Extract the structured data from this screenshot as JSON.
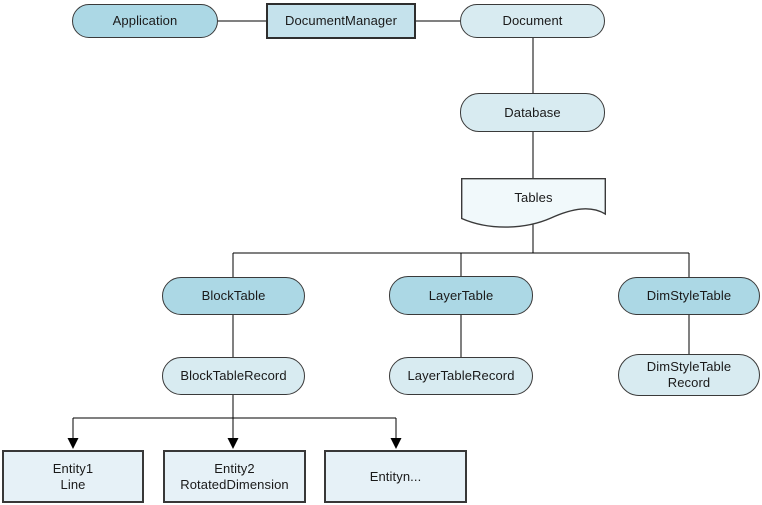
{
  "diagram": {
    "description": "Object hierarchy diagram: Application / Document / Database tables structure",
    "nodes": {
      "application": {
        "label": "Application",
        "shape": "stadium"
      },
      "document_manager": {
        "label": "DocumentManager",
        "shape": "rectangle"
      },
      "document": {
        "label": "Document",
        "shape": "stadium"
      },
      "database": {
        "label": "Database",
        "shape": "stadium"
      },
      "tables": {
        "label": "Tables",
        "shape": "document"
      },
      "block_table": {
        "label": "BlockTable",
        "shape": "stadium"
      },
      "layer_table": {
        "label": "LayerTable",
        "shape": "stadium"
      },
      "dim_style_table": {
        "label": "DimStyleTable",
        "shape": "stadium"
      },
      "block_table_record": {
        "label": "BlockTableRecord",
        "shape": "stadium"
      },
      "layer_table_record": {
        "label": "LayerTableRecord",
        "shape": "stadium"
      },
      "dim_style_table_record": {
        "label_line1": "DimStyleTable",
        "label_line2": "Record",
        "shape": "stadium"
      },
      "entity1": {
        "label_line1": "Entity1",
        "label_line2": "Line",
        "shape": "rectangle"
      },
      "entity2": {
        "label_line1": "Entity2",
        "label_line2": "RotatedDimension",
        "shape": "rectangle"
      },
      "entityn": {
        "label": "Entityn...",
        "shape": "rectangle"
      }
    },
    "edges": [
      {
        "from": "Application",
        "to": "DocumentManager",
        "arrow": false
      },
      {
        "from": "DocumentManager",
        "to": "Document",
        "arrow": false
      },
      {
        "from": "Document",
        "to": "Database",
        "arrow": false
      },
      {
        "from": "Database",
        "to": "Tables",
        "arrow": false
      },
      {
        "from": "Tables",
        "to": "BlockTable",
        "arrow": false
      },
      {
        "from": "Tables",
        "to": "LayerTable",
        "arrow": false
      },
      {
        "from": "Tables",
        "to": "DimStyleTable",
        "arrow": false
      },
      {
        "from": "BlockTable",
        "to": "BlockTableRecord",
        "arrow": false
      },
      {
        "from": "LayerTable",
        "to": "LayerTableRecord",
        "arrow": false
      },
      {
        "from": "DimStyleTable",
        "to": "DimStyleTableRecord",
        "arrow": false
      },
      {
        "from": "BlockTableRecord",
        "to": "Entity1 Line",
        "arrow": true
      },
      {
        "from": "BlockTableRecord",
        "to": "Entity2 RotatedDimension",
        "arrow": true
      },
      {
        "from": "BlockTableRecord",
        "to": "Entityn...",
        "arrow": true
      }
    ],
    "colors": {
      "stadium_strong_fill": "#ACD8E5",
      "rectangle_fill": "#C5E2EC",
      "stadium_light_fill": "#D8EBF1",
      "document_shape_fill": "#F1F9FB",
      "entity_fill": "#E6F1F7",
      "outline": "#3A3A3A",
      "line": "#000000",
      "background": "#FFFFFF"
    }
  }
}
